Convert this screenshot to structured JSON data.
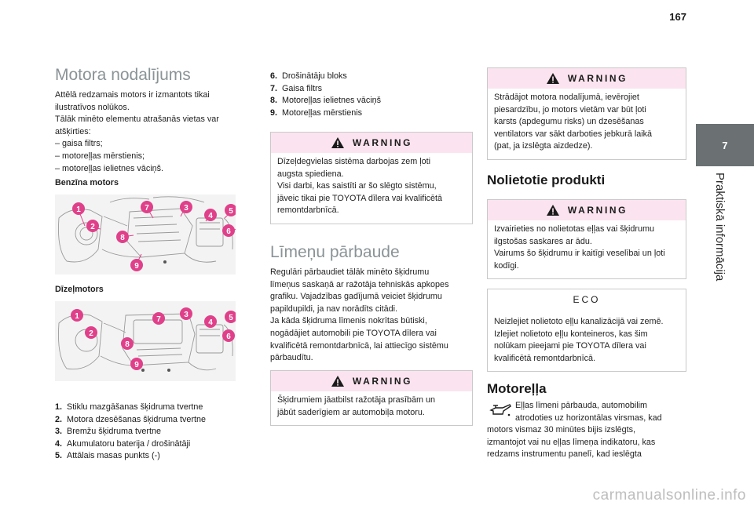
{
  "page_number": "167",
  "side_tab": {
    "number": "7",
    "label": "Praktiskā informācija"
  },
  "col1": {
    "title": "Motora nodalījums",
    "intro": [
      "Attēlā redzamais motors ir izmantots tikai",
      "ilustratīvos nolūkos.",
      "Tālāk minēto elementu atrašanās vietas var",
      "atšķirties:",
      "– gaisa filtrs;",
      "– motoreļļas mērstienis;",
      "– motoreļļas ielietnes vāciņš."
    ],
    "petrol_heading": "Benzīna motors",
    "diesel_heading": "Dīzeļmotors",
    "diagram_labels": [
      "1",
      "2",
      "3",
      "4",
      "5",
      "6",
      "7",
      "8",
      "9"
    ],
    "list": [
      {
        "num": "1.",
        "text": "Stiklu mazgāšanas šķidruma tvertne"
      },
      {
        "num": "2.",
        "text": "Motora dzesēšanas šķidruma tvertne"
      },
      {
        "num": "3.",
        "text": "Bremžu šķidruma tvertne"
      },
      {
        "num": "4.",
        "text": "Akumulatoru baterija / drošinātāji"
      },
      {
        "num": "5.",
        "text": "Attālais masas punkts (-)"
      }
    ]
  },
  "col2": {
    "list": [
      {
        "num": "6.",
        "text": "Drošinātāju bloks"
      },
      {
        "num": "7.",
        "text": "Gaisa filtrs"
      },
      {
        "num": "8.",
        "text": "Motoreļļas ielietnes vāciņš"
      },
      {
        "num": "9.",
        "text": "Motoreļļas mērstienis"
      }
    ],
    "warning1": {
      "label": "WARNING",
      "lines": [
        "Dīzeļdegvielas sistēma darbojas zem ļoti",
        "augsta spiediena.",
        "Visi darbi, kas saistīti ar šo slēgto sistēmu,",
        "jāveic tikai pie TOYOTA dīlera vai kvalificētā",
        "remontdarbnīcā."
      ]
    },
    "levels_title": "Līmeņu pārbaude",
    "levels_text": [
      "Regulāri pārbaudiet tālāk minēto šķidrumu",
      "līmeņus saskaņā ar ražotāja tehniskās apkopes",
      "grafiku. Vajadzības gadījumā veiciet šķidrumu",
      "papildupildi, ja nav norādīts citādi.",
      "Ja kāda šķidruma līmenis nokrītas būtiski,",
      "nogādājiet automobili pie TOYOTA dīlera vai",
      "kvalificētā remontdarbnīcā, lai attiecīgo sistēmu",
      "pārbaudītu."
    ],
    "warning2": {
      "label": "WARNING",
      "lines": [
        "Šķidrumiem jāatbilst ražotāja prasībām un",
        "jābūt saderīgiem ar automobiļa motoru."
      ]
    }
  },
  "col3": {
    "warning1": {
      "label": "WARNING",
      "lines": [
        "Strādājot motora nodalījumā, ievērojiet",
        "piesardzību, jo motors vietām var būt ļoti",
        "karsts (apdegumu risks) un dzesēšanas",
        "ventilators var sākt darboties jebkurā laikā",
        "(pat, ja izslēgta aizdedze)."
      ]
    },
    "used_title": "Nolietotie produkti",
    "warning2": {
      "label": "WARNING",
      "lines": [
        "Izvairieties no nolietotas eļļas vai šķidrumu",
        "ilgstošas saskares ar ādu.",
        "Vairums šo šķidrumu ir kaitīgi veselībai un ļoti",
        "kodīgi."
      ]
    },
    "eco": {
      "label": "ECO",
      "lines": [
        "Neizlejiet nolietoto eļļu kanalizācijā vai zemē.",
        "Izlejiet nolietoto eļļu konteineros, kas šim",
        "nolūkam pieejami pie TOYOTA dīlera vai",
        "kvalificētā remontdarbnīcā."
      ]
    },
    "oil_title": "Motoreļļa",
    "oil_text_indented": [
      "Eļļas līmeni pārbauda, automobilim",
      "atrodoties uz horizontālas virsmas, kad"
    ],
    "oil_text": [
      "motors vismaz 30 minūtes bijis izslēgts,",
      "izmantojot vai nu eļļas līmeņa indikatoru, kas",
      "redzams instrumentu panelī, kad ieslēgta"
    ]
  },
  "watermark": "carmanualsonline.info",
  "colors": {
    "heading_grey": "#8a9396",
    "warning_pink": "#fbe4ef",
    "tab_grey": "#6b7172",
    "callout_pink": "#e0408a"
  }
}
